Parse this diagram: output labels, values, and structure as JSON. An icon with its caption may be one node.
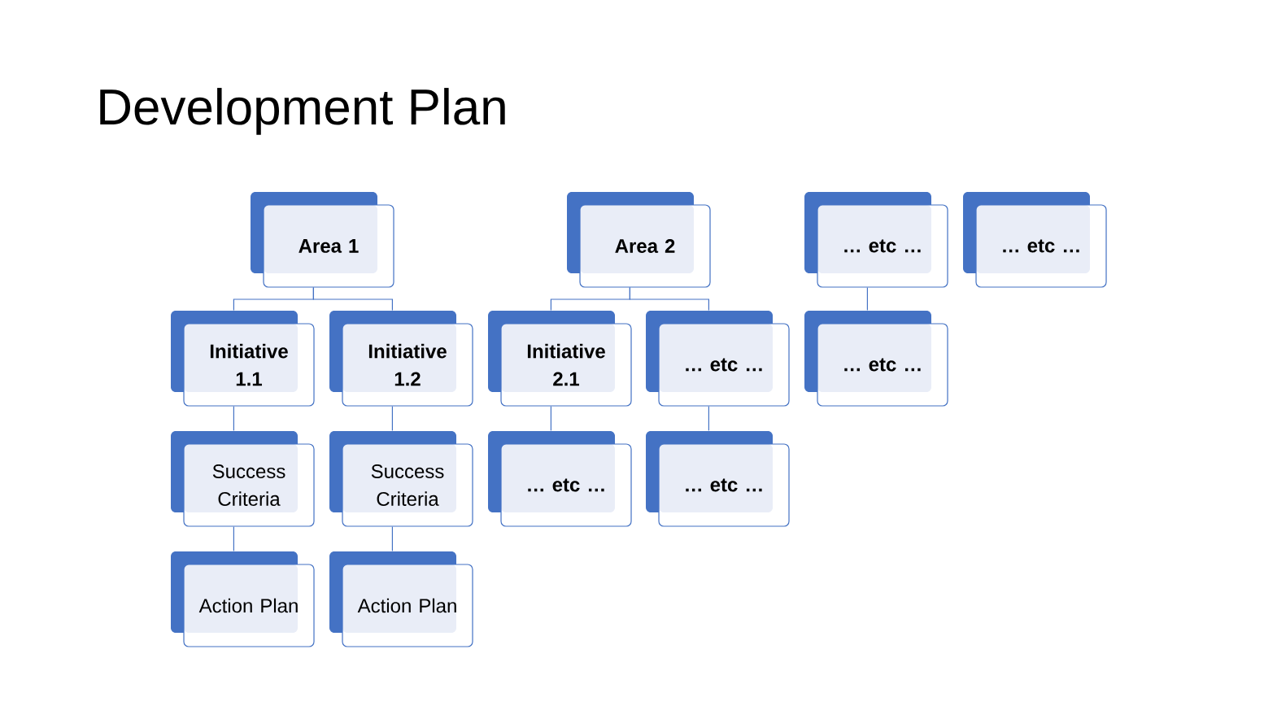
{
  "diagram": {
    "title": "Development Plan",
    "nodes": [
      {
        "text": [
          "Area 1"
        ]
      },
      {
        "text": [
          "Area 2"
        ]
      },
      {
        "text": [
          "… etc …"
        ]
      },
      {
        "text": [
          "… etc …"
        ]
      },
      {
        "text": [
          "Initiative 1.1"
        ]
      },
      {
        "text": [
          "Initiative 1.2"
        ]
      },
      {
        "text": [
          "Initiative 2.1"
        ]
      },
      {
        "text": [
          "… etc …"
        ]
      },
      {
        "text": [
          "… etc …"
        ]
      },
      {
        "text": [
          "Success Criteria"
        ]
      },
      {
        "text": [
          "Success Criteria"
        ]
      },
      {
        "text": [
          "… etc …"
        ]
      },
      {
        "text": [
          "… etc …"
        ]
      },
      {
        "text": [
          "Action Plan"
        ]
      },
      {
        "text": [
          "Action Plan"
        ]
      }
    ],
    "edges": [
      {
        "from": 0,
        "to": 4,
        "arrow": "none"
      },
      {
        "from": 0,
        "to": 5,
        "arrow": "none"
      },
      {
        "from": 1,
        "to": 6,
        "arrow": "none"
      },
      {
        "from": 1,
        "to": 7,
        "arrow": "none"
      },
      {
        "from": 2,
        "to": 8,
        "arrow": "none"
      },
      {
        "from": 4,
        "to": 9,
        "arrow": "none"
      },
      {
        "from": 9,
        "to": 13,
        "arrow": "none"
      },
      {
        "from": 5,
        "to": 10,
        "arrow": "none"
      },
      {
        "from": 10,
        "to": 14,
        "arrow": "none"
      },
      {
        "from": 6,
        "to": 11,
        "arrow": "none"
      },
      {
        "from": 7,
        "to": 12,
        "arrow": "none"
      }
    ]
  }
}
